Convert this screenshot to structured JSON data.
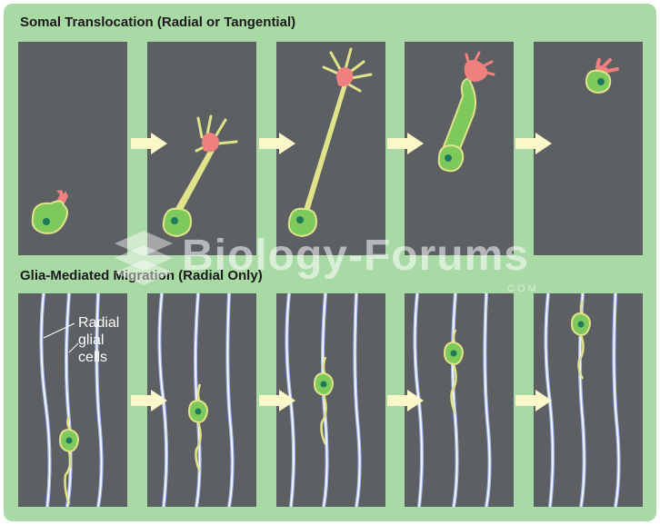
{
  "titles": {
    "top": "Somal Translocation (Radial or Tangential)",
    "bottom": "Glia-Mediated Migration (Radial Only)"
  },
  "label": {
    "line1": "Radial",
    "line2": "glial",
    "line3": "cells"
  },
  "watermark": {
    "text": "Biology-Forums",
    "suffix": ".COM"
  },
  "colors": {
    "background_frame": "#a9d9a4",
    "panel": "#5c6063",
    "arrow": "#fbf7c8",
    "neuron_body": "#7ec95b",
    "growth_cone": "#f07f7f",
    "process": "#e0e38a",
    "glia": "#a9b9f5"
  }
}
